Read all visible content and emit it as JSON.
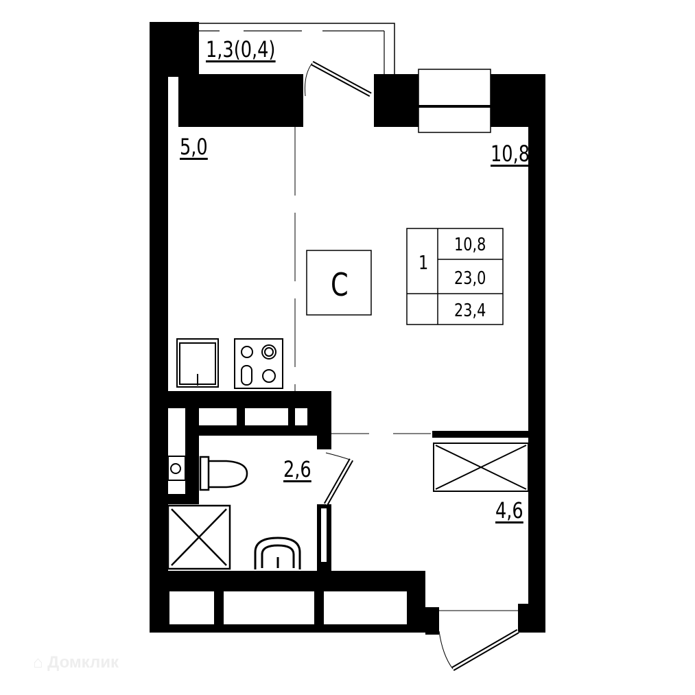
{
  "rooms": {
    "balcony_area": "1,3(0,4)",
    "kitchen_area": "5,0",
    "living_area": "10,8",
    "bathroom_area": "2,6",
    "hall_area": "4,6",
    "room_type": "C"
  },
  "summary_table": {
    "rooms_count": "1",
    "living": "10,8",
    "total": "23,0",
    "total_with_balcony": "23,4"
  },
  "watermark": "Домклик"
}
